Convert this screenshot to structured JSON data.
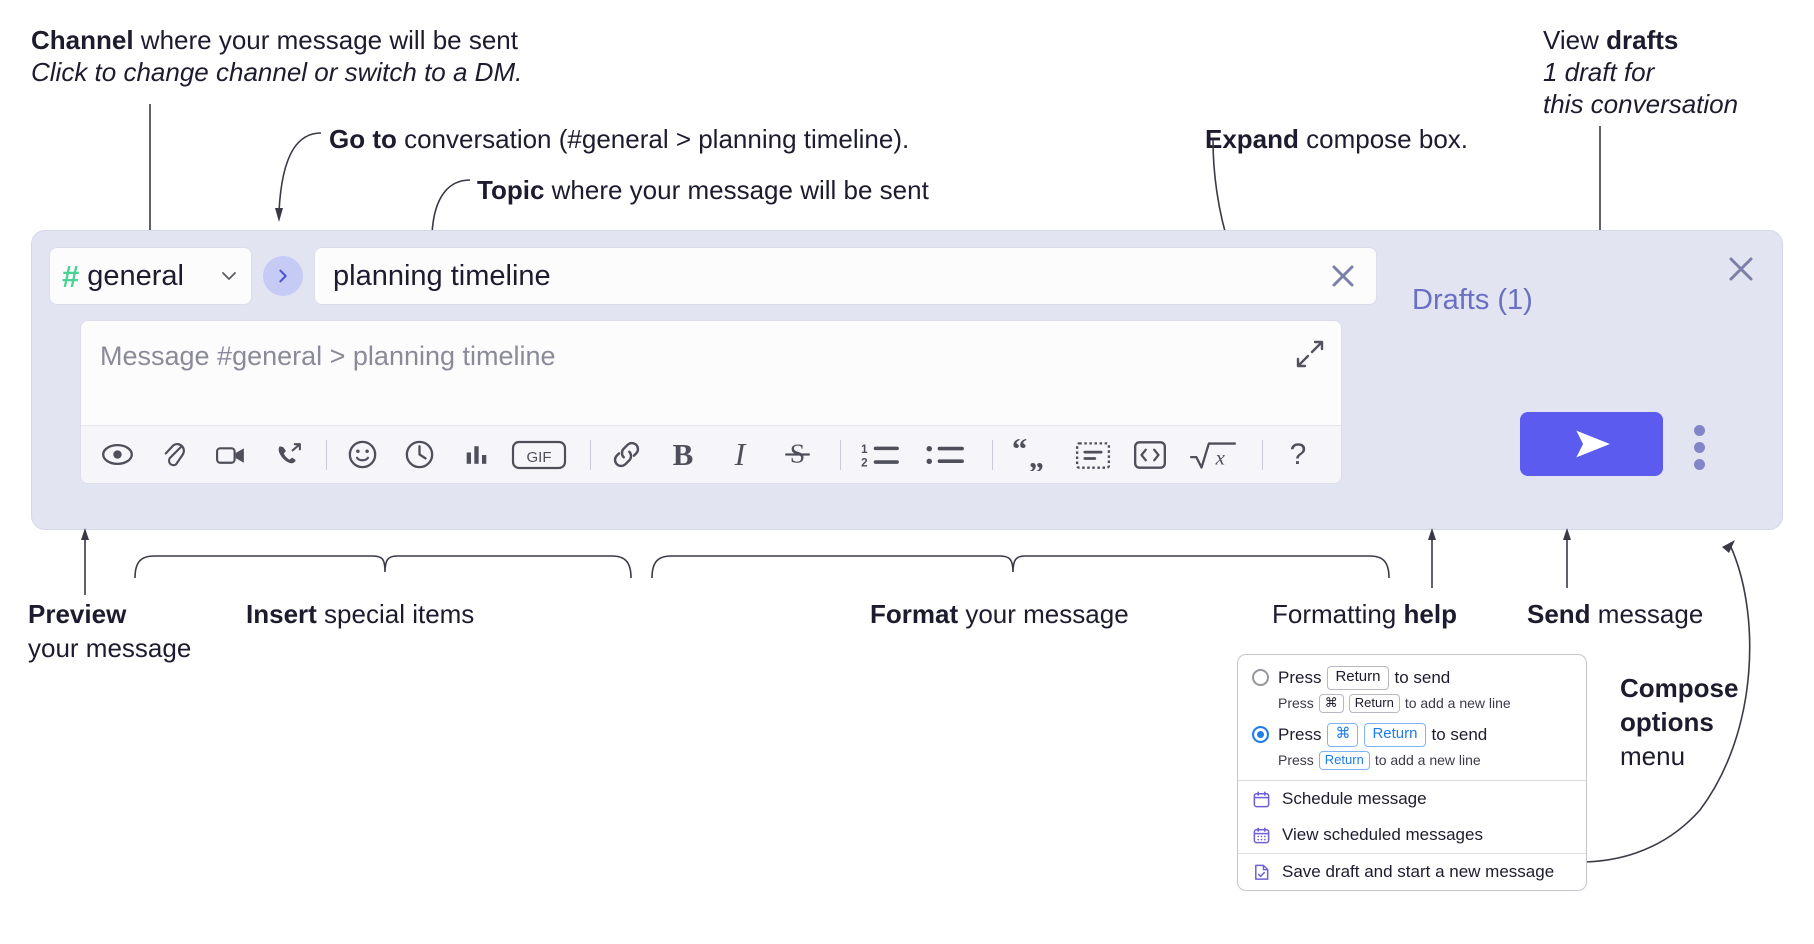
{
  "annotations": {
    "channel": {
      "bold": "Channel",
      "rest": " where your message will be sent",
      "italic": "Click to change channel or switch to a DM."
    },
    "goto": {
      "bold": "Go to",
      "rest": " conversation (#general > planning timeline)."
    },
    "topic": {
      "bold": "Topic",
      "rest": " where your message will be sent"
    },
    "expand": {
      "bold": "Expand",
      "rest": " compose box."
    },
    "drafts": {
      "lead": "View ",
      "bold": "drafts",
      "italic1": "1 draft for",
      "italic2": "this conversation"
    },
    "preview": {
      "bold": "Preview",
      "rest": "your message"
    },
    "insert": {
      "bold": "Insert",
      "rest": " special items"
    },
    "format": {
      "bold": "Format",
      "rest": " your message"
    },
    "help": {
      "lead": "Formatting ",
      "bold": "help"
    },
    "send": {
      "bold": "Send",
      "rest": " message"
    },
    "compose_options": {
      "bold1": "Compose",
      "bold2": "options",
      "rest": "menu"
    }
  },
  "compose": {
    "channel_name": "general",
    "channel_hash": "#",
    "topic_value": "planning timeline",
    "message_placeholder": "Message #general > planning timeline",
    "drafts_label": "Drafts (1)",
    "icons": {
      "chevron": "chevron-down-icon",
      "goto": "goto-arrow-icon",
      "clear": "close-icon",
      "expand": "expand-icon",
      "panel_close": "close-icon",
      "send": "send-paper-plane-icon",
      "kebab": "more-options-icon"
    },
    "toolbar": [
      {
        "name": "preview-icon",
        "label": "Preview"
      },
      {
        "name": "attachment-icon",
        "label": "Attach file"
      },
      {
        "name": "video-icon",
        "label": "Video clip"
      },
      {
        "name": "audio-call-icon",
        "label": "Audio clip"
      },
      {
        "name": "separator",
        "label": ""
      },
      {
        "name": "emoji-icon",
        "label": "Emoji"
      },
      {
        "name": "clock-icon",
        "label": "Reminder"
      },
      {
        "name": "poll-icon",
        "label": "Poll"
      },
      {
        "name": "gif-icon",
        "label": "GIF"
      },
      {
        "name": "separator",
        "label": ""
      },
      {
        "name": "link-icon",
        "label": "Link"
      },
      {
        "name": "bold-icon",
        "label": "B"
      },
      {
        "name": "italic-icon",
        "label": "I"
      },
      {
        "name": "strikethrough-icon",
        "label": "S"
      },
      {
        "name": "separator",
        "label": ""
      },
      {
        "name": "ordered-list-icon",
        "label": "Ordered list"
      },
      {
        "name": "bulleted-list-icon",
        "label": "Bulleted list"
      },
      {
        "name": "separator",
        "label": ""
      },
      {
        "name": "blockquote-icon",
        "label": "Blockquote"
      },
      {
        "name": "code-block-icon",
        "label": "Code block"
      },
      {
        "name": "code-icon",
        "label": "Code"
      },
      {
        "name": "math-icon",
        "label": "Math"
      },
      {
        "name": "separator",
        "label": ""
      },
      {
        "name": "help-icon",
        "label": "?"
      }
    ]
  },
  "options_menu": {
    "send_modes": [
      {
        "selected": false,
        "main_prefix": "Press",
        "main_keys": [
          "Return"
        ],
        "main_suffix": "to send",
        "sub_prefix": "Press",
        "sub_keys": [
          "⌘",
          "Return"
        ],
        "sub_suffix": "to add a new line"
      },
      {
        "selected": true,
        "main_prefix": "Press",
        "main_keys": [
          "⌘",
          "Return"
        ],
        "main_suffix": "to send",
        "sub_prefix": "Press",
        "sub_keys": [
          "Return"
        ],
        "sub_suffix": "to add a new line"
      }
    ],
    "items": [
      {
        "icon": "calendar-schedule-icon",
        "label": "Schedule message"
      },
      {
        "icon": "calendar-grid-icon",
        "label": "View scheduled messages"
      }
    ],
    "items2": [
      {
        "icon": "save-draft-icon",
        "label": "Save draft and start a new message"
      }
    ]
  },
  "colors": {
    "panel_bg": "#e3e4f1",
    "accent_send": "#5b5bf0",
    "hash_green": "#4ad295",
    "goto_bg": "#c5cbf5",
    "drafts_text": "#6a6fc4",
    "radio_blue": "#1f7ced",
    "menu_icon": "#6e61d6"
  }
}
